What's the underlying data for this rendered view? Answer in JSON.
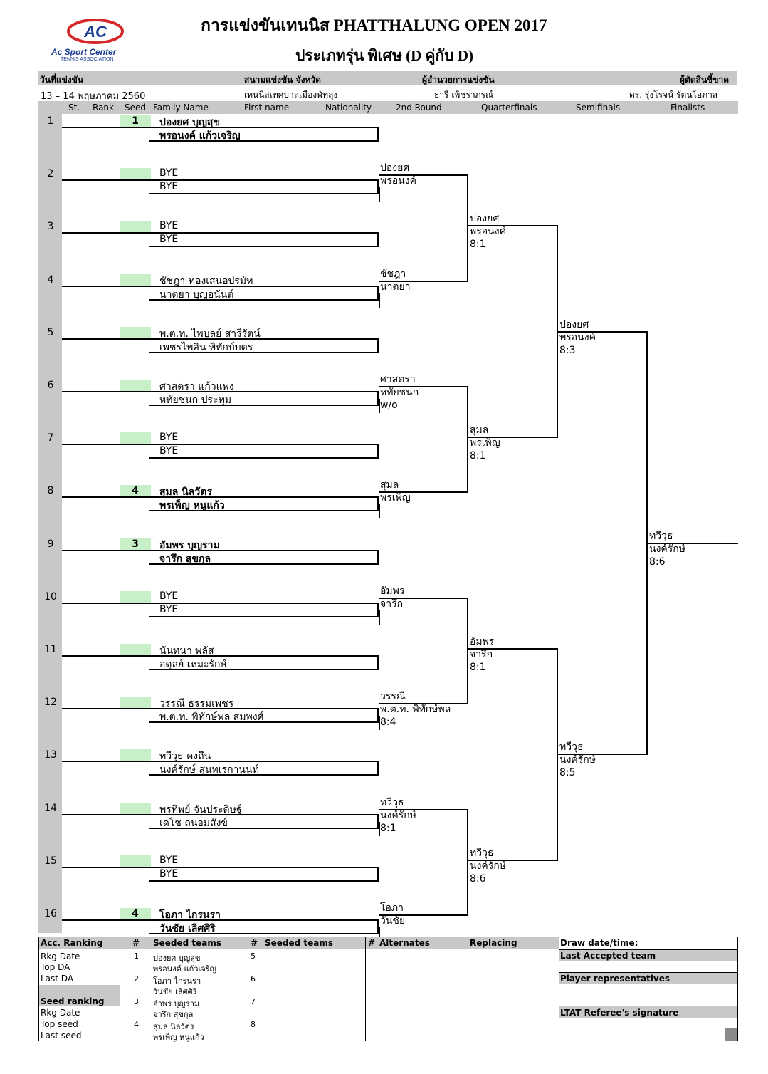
{
  "title": "การแข่งขันเทนนิส PHATTHALUNG OPEN 2017",
  "subtitle": "ประเภทรุ่น พิเศษ (D คู่กับ D)",
  "logo": {
    "mark": "AC",
    "name": "Ac Sport Center",
    "sub": "TENNIS ASSOCIATION"
  },
  "header": {
    "date_label": "วันที่แข่งขัน",
    "venue_label": "สนามแข่งขัน จังหวัด",
    "director_label": "ผู้อำนวยการแข่งขัน",
    "referee_label": "ผู้ตัดสินชี้ขาด",
    "date_value": "13 – 14 พฤษภาคม 2560",
    "venue_value": "เทนนิสเทศบาลเมืองพัทลุง",
    "director_value": "ธารี เพ็ชราภรณ์",
    "referee_value": "ดร. รุ่งโรจน์ รัตนโอภาส"
  },
  "columns": {
    "st": "St.",
    "rank": "Rank",
    "seed": "Seed",
    "family": "Family Name",
    "first": "First name",
    "nationality": "Nationality",
    "r2": "2nd Round",
    "qf": "Quarterfinals",
    "sf": "Semifinals",
    "final": "Finalists"
  },
  "entries": [
    {
      "num": "1",
      "seed": "1",
      "p1": "ปองยศ บุญสุข",
      "p2": "พรอนงค์ แก้วเจริญ",
      "bold": true
    },
    {
      "num": "2",
      "seed": "",
      "p1": "BYE",
      "p2": "BYE",
      "bold": false
    },
    {
      "num": "3",
      "seed": "",
      "p1": "BYE",
      "p2": "BYE",
      "bold": false
    },
    {
      "num": "4",
      "seed": "",
      "p1": "ชัชฎา ทองเสนอปรมัท",
      "p2": "นาตยา บุญอนันต์",
      "bold": false
    },
    {
      "num": "5",
      "seed": "",
      "p1": "พ.ต.ท. ไพบูลย์ สารีรัตน์",
      "p2": "เพชรไพลิน พิทักบ์บตร",
      "bold": false
    },
    {
      "num": "6",
      "seed": "",
      "p1": "ศาสตรา แก้วแพง",
      "p2": "หทัยชนก ประทุม",
      "bold": false
    },
    {
      "num": "7",
      "seed": "",
      "p1": "BYE",
      "p2": "BYE",
      "bold": false
    },
    {
      "num": "8",
      "seed": "4",
      "p1": "สุมล นิลวัตร",
      "p2": "พรเพ็ญ หนูแก้ว",
      "bold": true
    },
    {
      "num": "9",
      "seed": "3",
      "p1": "อัมพร บุญราม",
      "p2": "จารึก สุขกุล",
      "bold": true
    },
    {
      "num": "10",
      "seed": "",
      "p1": "BYE",
      "p2": "BYE",
      "bold": false
    },
    {
      "num": "11",
      "seed": "",
      "p1": "นันทนา พลัส",
      "p2": "อดุลย์ เหมะรักษ์",
      "bold": false
    },
    {
      "num": "12",
      "seed": "",
      "p1": "วรรณี ธรรมเพชร",
      "p2": "พ.ต.ท. พิทักษ์พล สมพงศ์",
      "bold": false
    },
    {
      "num": "13",
      "seed": "",
      "p1": "ทวีวุธ คงถึน",
      "p2": "นงค์รักษ์ สุนทเรกานนท์",
      "bold": false
    },
    {
      "num": "14",
      "seed": "",
      "p1": "พรทิพย์ จันประดิษฐ์",
      "p2": "เดโช ถนอมสังข์",
      "bold": false
    },
    {
      "num": "15",
      "seed": "",
      "p1": "BYE",
      "p2": "BYE",
      "bold": false
    },
    {
      "num": "16",
      "seed": "4",
      "p1": "โอภา ไกรนรา",
      "p2": "วันชัย เลิศศิริ",
      "bold": true
    }
  ],
  "round2": [
    {
      "a": "ปองยศ",
      "b": "พรอนงค์",
      "score": ""
    },
    {
      "a": "ชัชฎา",
      "b": "นาตยา",
      "score": ""
    },
    {
      "a": "ศาสตรา",
      "b": "หทัยชนก",
      "score": "w/o"
    },
    {
      "a": "สุมล",
      "b": "พรเพ็ญ",
      "score": ""
    },
    {
      "a": "อัมพร",
      "b": "จารึก",
      "score": ""
    },
    {
      "a": "วรรณี",
      "b": "พ.ต.ท. พิทักษ์พล",
      "score": "8:4"
    },
    {
      "a": "ทวีวุธ",
      "b": "นงค์รักษ์",
      "score": "8:1"
    },
    {
      "a": "โอภา",
      "b": "วันชัย",
      "score": ""
    }
  ],
  "quarterfinals": [
    {
      "a": "ปองยศ",
      "b": "พรอนงค์",
      "score": "8:1"
    },
    {
      "a": "สุมล",
      "b": "พรเพ็ญ",
      "score": "8:1"
    },
    {
      "a": "อัมพร",
      "b": "จารึก",
      "score": "8:1"
    },
    {
      "a": "ทวีวุธ",
      "b": "นงค์รักษ์",
      "score": "8:6"
    }
  ],
  "semifinals": [
    {
      "a": "ปองยศ",
      "b": "พรอนงค์",
      "score": "8:3"
    },
    {
      "a": "ทวีวุธ",
      "b": "นงค์รักษ์",
      "score": "8:5"
    }
  ],
  "final": {
    "a": "ทวีวุธ",
    "b": "นงค์รักษ์",
    "score": "8:6"
  },
  "footer": {
    "acc_ranking": "Acc. Ranking",
    "rkg_date": "Rkg Date",
    "top_da": "Top DA",
    "last_da": "Last DA",
    "seed_ranking": "Seed ranking",
    "rkg_date2": "Rkg Date",
    "top_seed": "Top seed",
    "last_seed": "Last seed",
    "hash": "#",
    "seeded_teams": "Seeded teams",
    "seeded": [
      {
        "n": "1",
        "a": "ปองยศ บุญสุข",
        "b": "พรอนงค์ แก้วเจริญ"
      },
      {
        "n": "2",
        "a": "โอภา ไกรนรา",
        "b": "วันชัย เลิศศิริ"
      },
      {
        "n": "3",
        "a": "อำพร บุญราม",
        "b": "จารึก สุขกุล"
      },
      {
        "n": "4",
        "a": "สุมล นิลวัตร",
        "b": "พรเพ็ญ หนูแก้ว"
      }
    ],
    "seeded2": [
      "5",
      "6",
      "7",
      "8"
    ],
    "alternates": "Alternates",
    "replacing": "Replacing",
    "draw_date": "Draw date/time:",
    "last_accepted": "Last Accepted team",
    "player_reps": "Player representatives",
    "ltat_sig": "LTAT Referee's signature"
  }
}
